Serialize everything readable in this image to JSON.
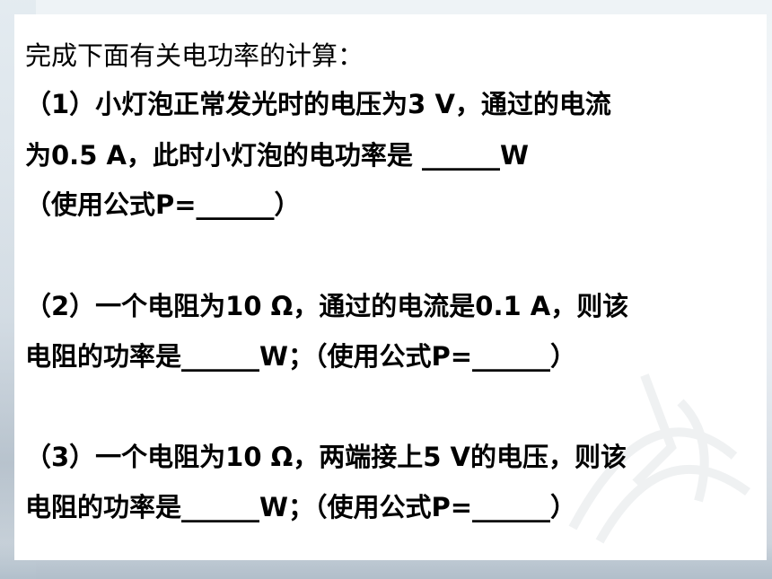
{
  "intro": "完成下面有关电功率的计算：",
  "q1": {
    "line1": "（1）小灯泡正常发光时的电压为3 V，通过的电流",
    "line2": "为0.5 A，此时小灯泡的电功率是 ______W",
    "line3": "（使用公式P=______）"
  },
  "q2": {
    "line1": "（2）一个电阻为10 Ω，通过的电流是0.1 A，则该",
    "line2": "电阻的功率是______W；（使用公式P=______）"
  },
  "q3": {
    "line1": "（3）一个电阻为10 Ω，两端接上5 V的电压，则该",
    "line2": "电阻的功率是______W；（使用公式P=______）"
  }
}
